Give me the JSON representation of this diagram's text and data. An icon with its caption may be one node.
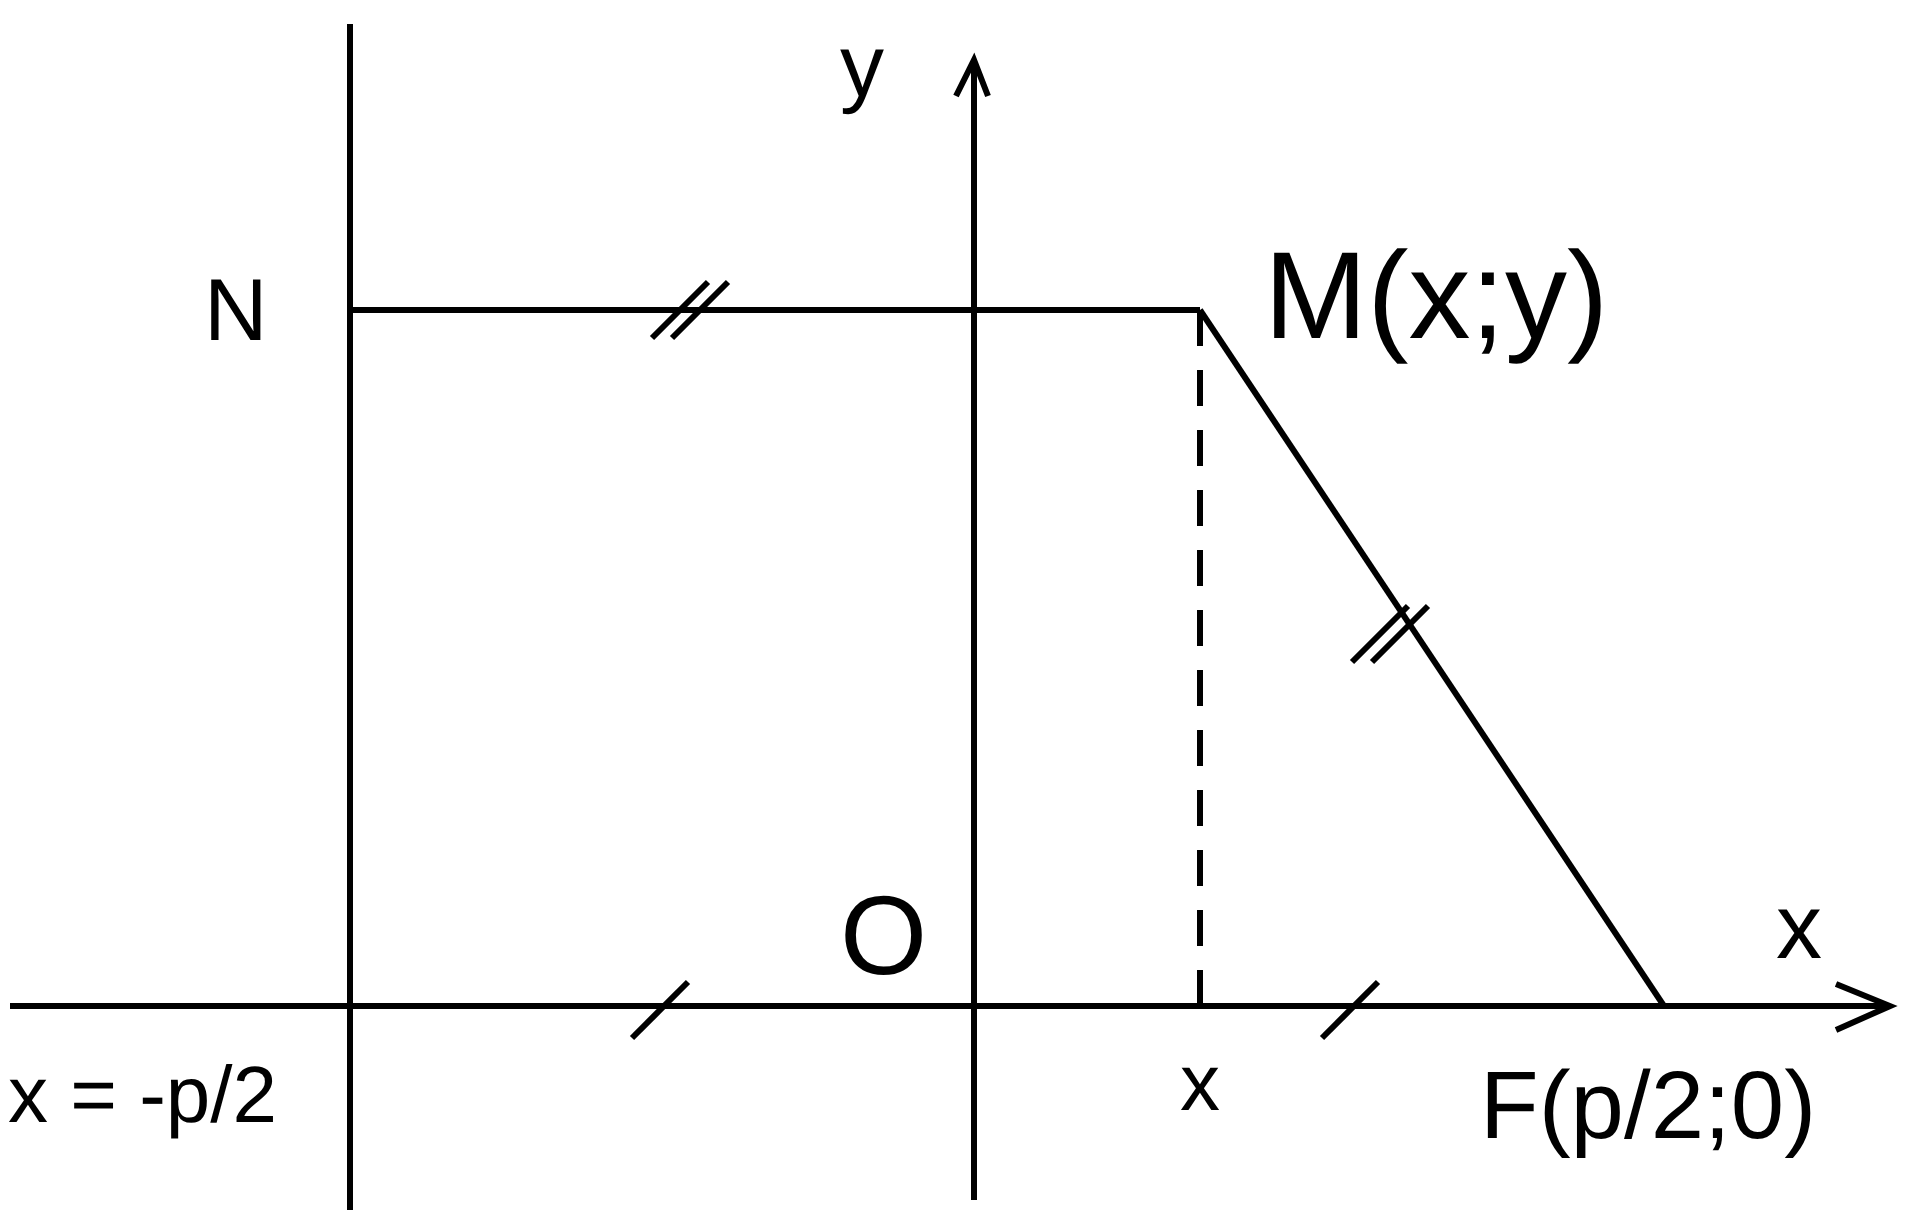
{
  "diagram": {
    "nodes": [
      {
        "text": [
          "N"
        ]
      },
      {
        "text": [
          "M(x;y)"
        ]
      },
      {
        "text": [
          "x"
        ]
      },
      {
        "text": [
          "F(p/2;0)"
        ]
      }
    ],
    "edges": [
      {
        "from": 0,
        "to": 1,
        "arrow": "none"
      },
      {
        "from": 1,
        "to": 3,
        "arrow": "none"
      },
      {
        "from": 1,
        "to": 2,
        "arrow": "none",
        "style": "dashed"
      }
    ],
    "labels": [
      "y",
      "O",
      "x",
      "x = -p/2"
    ]
  }
}
